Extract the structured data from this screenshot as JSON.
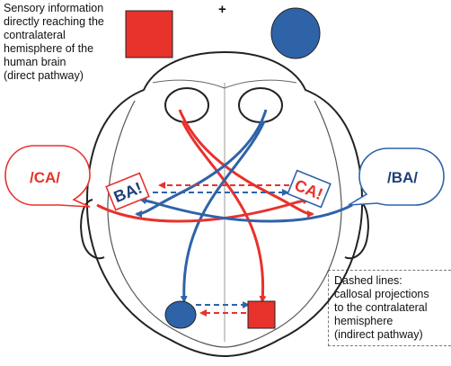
{
  "captions": {
    "direct": "Sensory information\ndirectly reaching the\ncontralateral\nhemisphere of the\nhuman brain\n(direct pathway)",
    "indirect": "Dashed lines:\ncallosal projections\nto the contralateral\nhemisphere\n(indirect pathway)"
  },
  "plus_sign": "+",
  "bubbles": {
    "left": "/CA/",
    "right": "/BA/"
  },
  "hemisphere_tags": {
    "left": "BA!",
    "right": "CA!"
  },
  "colors": {
    "red": "#e8322c",
    "blue": "#2f63a8",
    "dark_blue": "#1f3f78",
    "outline": "#222222"
  }
}
